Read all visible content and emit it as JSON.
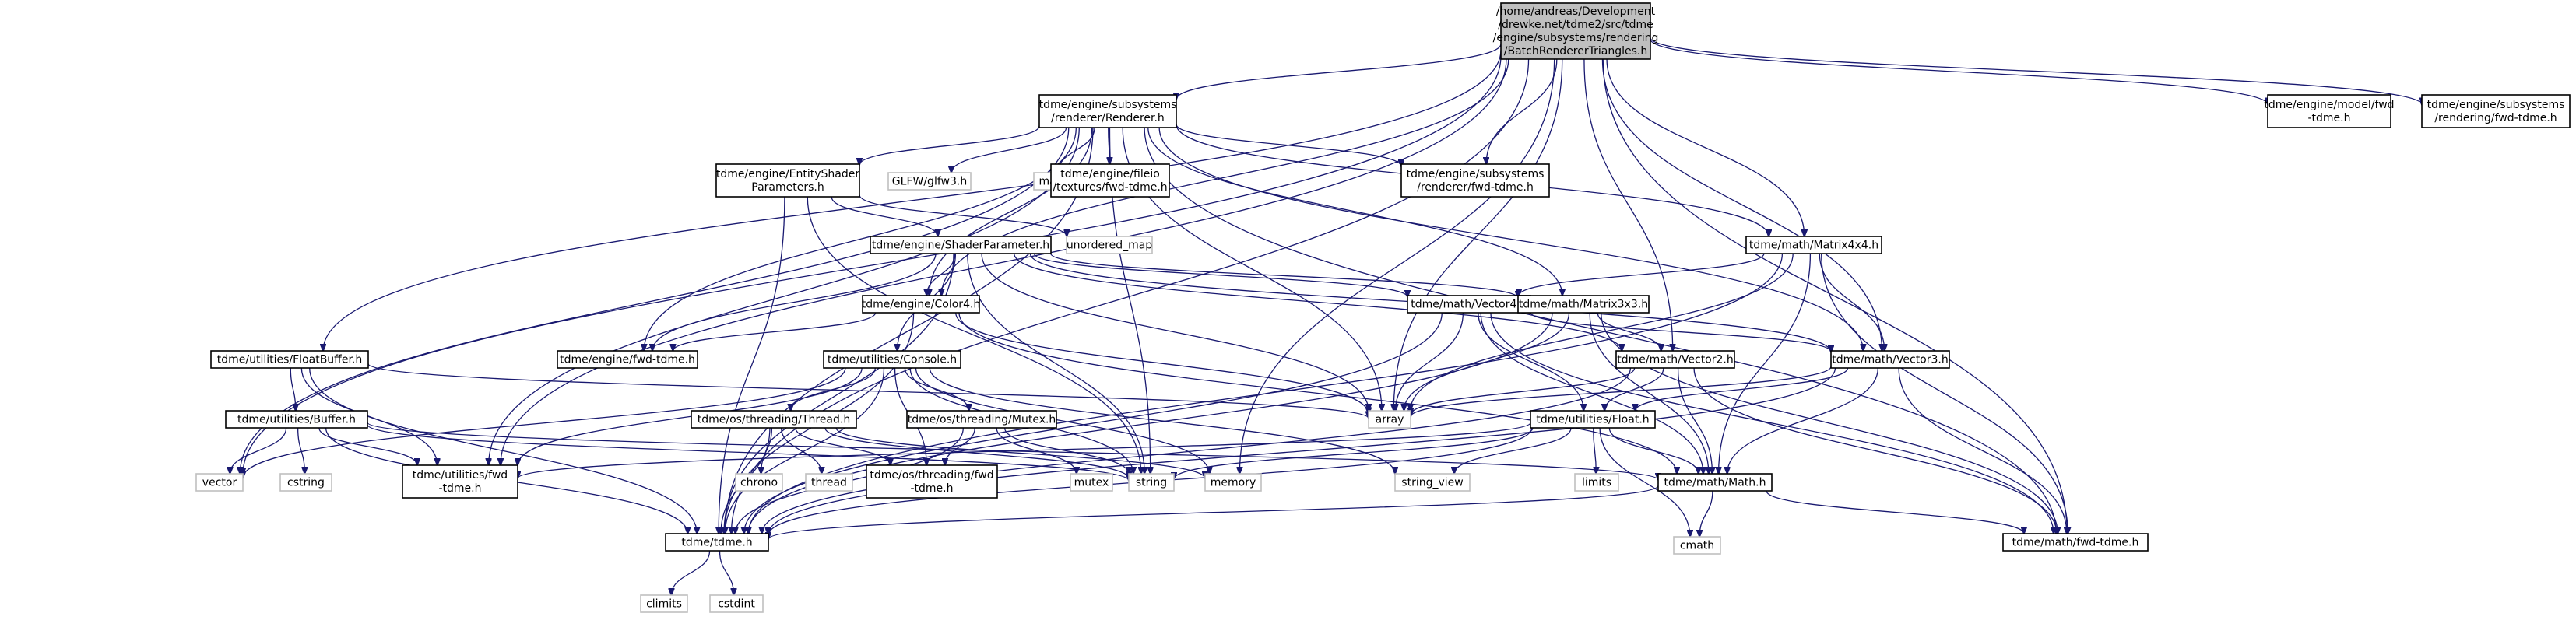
{
  "graph": {
    "type": "include-dependency-graph",
    "nodes": [
      {
        "id": "root",
        "lines": [
          "/home/andreas/Development",
          "/drewke.net/tdme2/src/tdme",
          "/engine/subsystems/rendering",
          "/BatchRendererTriangles.h"
        ],
        "documented": true,
        "root": true
      },
      {
        "id": "renderer",
        "lines": [
          "tdme/engine/subsystems",
          "/renderer/Renderer.h"
        ],
        "documented": true
      },
      {
        "id": "model_fwd",
        "lines": [
          "tdme/engine/model/fwd",
          "-tdme.h"
        ],
        "documented": true
      },
      {
        "id": "rendering_fwd",
        "lines": [
          "tdme/engine/subsystems",
          "/rendering/fwd-tdme.h"
        ],
        "documented": true
      },
      {
        "id": "entityshader",
        "lines": [
          "tdme/engine/EntityShader",
          "Parameters.h"
        ],
        "documented": true
      },
      {
        "id": "glfw",
        "lines": [
          "GLFW/glfw3.h"
        ],
        "documented": false
      },
      {
        "id": "map",
        "lines": [
          "map"
        ],
        "documented": false
      },
      {
        "id": "fileio_fwd",
        "lines": [
          "tdme/engine/fileio",
          "/textures/fwd-tdme.h"
        ],
        "documented": true
      },
      {
        "id": "renderer_fwd",
        "lines": [
          "tdme/engine/subsystems",
          "/renderer/fwd-tdme.h"
        ],
        "documented": true
      },
      {
        "id": "unordered_map",
        "lines": [
          "unordered_map"
        ],
        "documented": false
      },
      {
        "id": "shaderparam",
        "lines": [
          "tdme/engine/ShaderParameter.h"
        ],
        "documented": true
      },
      {
        "id": "matrix4x4",
        "lines": [
          "tdme/math/Matrix4x4.h"
        ],
        "documented": true
      },
      {
        "id": "color4",
        "lines": [
          "tdme/engine/Color4.h"
        ],
        "documented": true
      },
      {
        "id": "vector4",
        "lines": [
          "tdme/math/Vector4.h"
        ],
        "documented": true
      },
      {
        "id": "matrix3x3",
        "lines": [
          "tdme/math/Matrix3x3.h"
        ],
        "documented": true
      },
      {
        "id": "floatbuffer",
        "lines": [
          "tdme/utilities/FloatBuffer.h"
        ],
        "documented": true
      },
      {
        "id": "engine_fwd",
        "lines": [
          "tdme/engine/fwd-tdme.h"
        ],
        "documented": true
      },
      {
        "id": "console",
        "lines": [
          "tdme/utilities/Console.h"
        ],
        "documented": true
      },
      {
        "id": "vector2",
        "lines": [
          "tdme/math/Vector2.h"
        ],
        "documented": true
      },
      {
        "id": "vector3",
        "lines": [
          "tdme/math/Vector3.h"
        ],
        "documented": true
      },
      {
        "id": "buffer",
        "lines": [
          "tdme/utilities/Buffer.h"
        ],
        "documented": true
      },
      {
        "id": "thread",
        "lines": [
          "tdme/os/threading/Thread.h"
        ],
        "documented": true
      },
      {
        "id": "mutex_h",
        "lines": [
          "tdme/os/threading/Mutex.h"
        ],
        "documented": true
      },
      {
        "id": "array",
        "lines": [
          "array"
        ],
        "documented": false
      },
      {
        "id": "float_h",
        "lines": [
          "tdme/utilities/Float.h"
        ],
        "documented": true
      },
      {
        "id": "vector",
        "lines": [
          "vector"
        ],
        "documented": false
      },
      {
        "id": "cstring",
        "lines": [
          "cstring"
        ],
        "documented": false
      },
      {
        "id": "utilities_fwd",
        "lines": [
          "tdme/utilities/fwd",
          "-tdme.h"
        ],
        "documented": true
      },
      {
        "id": "chrono",
        "lines": [
          "chrono"
        ],
        "documented": false
      },
      {
        "id": "thread_std",
        "lines": [
          "thread"
        ],
        "documented": false
      },
      {
        "id": "threading_fwd",
        "lines": [
          "tdme/os/threading/fwd",
          "-tdme.h"
        ],
        "documented": true
      },
      {
        "id": "mutex_std",
        "lines": [
          "mutex"
        ],
        "documented": false
      },
      {
        "id": "string",
        "lines": [
          "string"
        ],
        "documented": false
      },
      {
        "id": "memory",
        "lines": [
          "memory"
        ],
        "documented": false
      },
      {
        "id": "string_view",
        "lines": [
          "string_view"
        ],
        "documented": false
      },
      {
        "id": "limits",
        "lines": [
          "limits"
        ],
        "documented": false
      },
      {
        "id": "math_h",
        "lines": [
          "tdme/math/Math.h"
        ],
        "documented": true
      },
      {
        "id": "tdme_h",
        "lines": [
          "tdme/tdme.h"
        ],
        "documented": true
      },
      {
        "id": "cmath",
        "lines": [
          "cmath"
        ],
        "documented": false
      },
      {
        "id": "math_fwd",
        "lines": [
          "tdme/math/fwd-tdme.h"
        ],
        "documented": true
      },
      {
        "id": "climits",
        "lines": [
          "climits"
        ],
        "documented": false
      },
      {
        "id": "cstdint",
        "lines": [
          "cstdint"
        ],
        "documented": false
      }
    ],
    "edges": [
      [
        "root",
        "renderer"
      ],
      [
        "root",
        "model_fwd"
      ],
      [
        "root",
        "rendering_fwd"
      ],
      [
        "root",
        "renderer_fwd"
      ],
      [
        "root",
        "array"
      ],
      [
        "root",
        "memory"
      ],
      [
        "root",
        "vector"
      ],
      [
        "root",
        "math_fwd"
      ],
      [
        "root",
        "tdme_h"
      ],
      [
        "root",
        "matrix4x4"
      ],
      [
        "root",
        "vector2"
      ],
      [
        "root",
        "vector3"
      ],
      [
        "root",
        "color4"
      ],
      [
        "root",
        "floatbuffer"
      ],
      [
        "root",
        "utilities_fwd"
      ],
      [
        "renderer",
        "entityshader"
      ],
      [
        "renderer",
        "glfw"
      ],
      [
        "renderer",
        "map"
      ],
      [
        "renderer",
        "fileio_fwd"
      ],
      [
        "renderer",
        "renderer_fwd"
      ],
      [
        "renderer",
        "array"
      ],
      [
        "renderer",
        "string"
      ],
      [
        "renderer",
        "vector"
      ],
      [
        "renderer",
        "matrix4x4"
      ],
      [
        "renderer",
        "matrix3x3"
      ],
      [
        "renderer",
        "vector3"
      ],
      [
        "renderer",
        "color4"
      ],
      [
        "renderer",
        "engine_fwd"
      ],
      [
        "renderer",
        "utilities_fwd"
      ],
      [
        "renderer",
        "tdme_h"
      ],
      [
        "renderer",
        "math_fwd"
      ],
      [
        "entityshader",
        "shaderparam"
      ],
      [
        "entityshader",
        "unordered_map"
      ],
      [
        "entityshader",
        "string"
      ],
      [
        "entityshader",
        "tdme_h"
      ],
      [
        "shaderparam",
        "color4"
      ],
      [
        "shaderparam",
        "vector4"
      ],
      [
        "shaderparam",
        "matrix3x3"
      ],
      [
        "shaderparam",
        "vector2"
      ],
      [
        "shaderparam",
        "vector3"
      ],
      [
        "shaderparam",
        "console"
      ],
      [
        "shaderparam",
        "array"
      ],
      [
        "shaderparam",
        "string"
      ],
      [
        "shaderparam",
        "engine_fwd"
      ],
      [
        "shaderparam",
        "tdme_h"
      ],
      [
        "matrix4x4",
        "vector4"
      ],
      [
        "matrix4x4",
        "vector3"
      ],
      [
        "matrix4x4",
        "math_h"
      ],
      [
        "matrix4x4",
        "array"
      ],
      [
        "matrix4x4",
        "math_fwd"
      ],
      [
        "matrix4x4",
        "tdme_h"
      ],
      [
        "color4",
        "engine_fwd"
      ],
      [
        "color4",
        "array"
      ],
      [
        "color4",
        "tdme_h"
      ],
      [
        "color4",
        "math_h"
      ],
      [
        "vector4",
        "vector3"
      ],
      [
        "vector4",
        "float_h"
      ],
      [
        "vector4",
        "math_h"
      ],
      [
        "vector4",
        "array"
      ],
      [
        "vector4",
        "math_fwd"
      ],
      [
        "vector4",
        "tdme_h"
      ],
      [
        "matrix3x3",
        "vector2"
      ],
      [
        "matrix3x3",
        "math_h"
      ],
      [
        "matrix3x3",
        "array"
      ],
      [
        "matrix3x3",
        "math_fwd"
      ],
      [
        "matrix3x3",
        "tdme_h"
      ],
      [
        "vector2",
        "float_h"
      ],
      [
        "vector2",
        "math_h"
      ],
      [
        "vector2",
        "array"
      ],
      [
        "vector2",
        "math_fwd"
      ],
      [
        "vector2",
        "tdme_h"
      ],
      [
        "vector3",
        "float_h"
      ],
      [
        "vector3",
        "math_h"
      ],
      [
        "vector3",
        "array"
      ],
      [
        "vector3",
        "math_fwd"
      ],
      [
        "vector3",
        "tdme_h"
      ],
      [
        "floatbuffer",
        "buffer"
      ],
      [
        "floatbuffer",
        "array"
      ],
      [
        "floatbuffer",
        "utilities_fwd"
      ],
      [
        "floatbuffer",
        "tdme_h"
      ],
      [
        "console",
        "thread"
      ],
      [
        "console",
        "mutex_h"
      ],
      [
        "console",
        "memory"
      ],
      [
        "console",
        "string"
      ],
      [
        "console",
        "string_view"
      ],
      [
        "console",
        "vector"
      ],
      [
        "console",
        "utilities_fwd"
      ],
      [
        "console",
        "threading_fwd"
      ],
      [
        "console",
        "tdme_h"
      ],
      [
        "buffer",
        "vector"
      ],
      [
        "buffer",
        "cstring"
      ],
      [
        "buffer",
        "utilities_fwd"
      ],
      [
        "buffer",
        "string"
      ],
      [
        "buffer",
        "tdme_h"
      ],
      [
        "buffer",
        "math_h"
      ],
      [
        "thread",
        "chrono"
      ],
      [
        "thread",
        "thread_std"
      ],
      [
        "thread",
        "threading_fwd"
      ],
      [
        "thread",
        "string"
      ],
      [
        "thread",
        "memory"
      ],
      [
        "thread",
        "tdme_h"
      ],
      [
        "mutex_h",
        "mutex_std"
      ],
      [
        "mutex_h",
        "string"
      ],
      [
        "mutex_h",
        "threading_fwd"
      ],
      [
        "mutex_h",
        "tdme_h"
      ],
      [
        "float_h",
        "cmath"
      ],
      [
        "float_h",
        "limits"
      ],
      [
        "float_h",
        "string"
      ],
      [
        "float_h",
        "string_view"
      ],
      [
        "float_h",
        "math_h"
      ],
      [
        "float_h",
        "utilities_fwd"
      ],
      [
        "float_h",
        "tdme_h"
      ],
      [
        "math_h",
        "cmath"
      ],
      [
        "math_h",
        "math_fwd"
      ],
      [
        "math_h",
        "tdme_h"
      ],
      [
        "tdme_h",
        "climits"
      ],
      [
        "tdme_h",
        "cstdint"
      ]
    ]
  }
}
